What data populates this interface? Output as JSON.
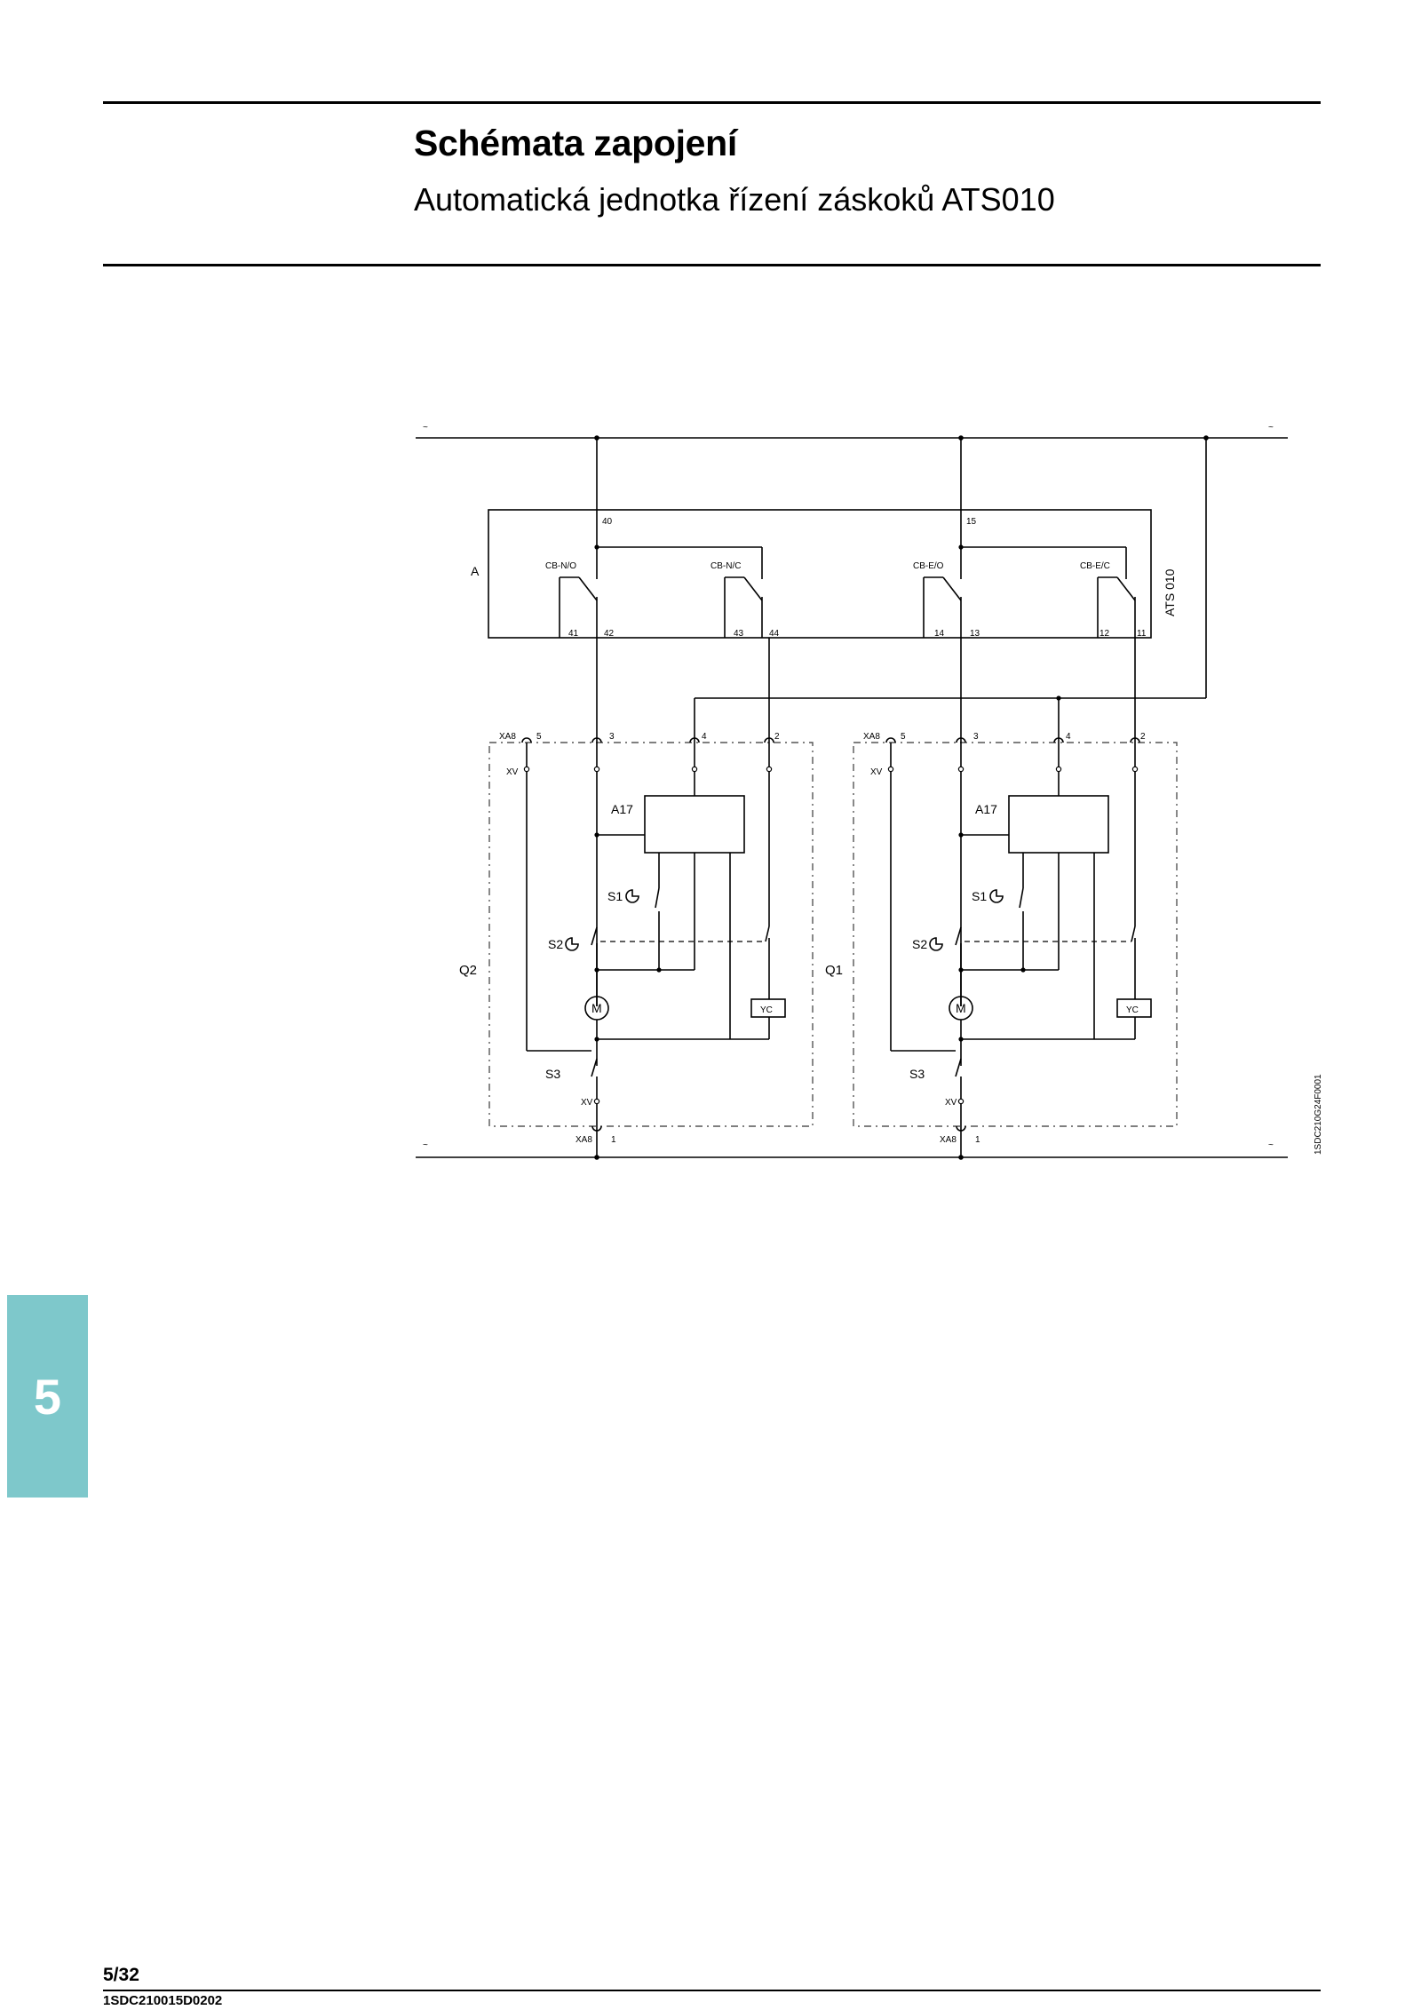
{
  "header": {
    "title": "Schémata zapojení",
    "subtitle": "Automatická jednotka řízení záskoků ATS010"
  },
  "diagram": {
    "supply_symbol": "~",
    "unit_label": "A",
    "unit_name": "ATS 010",
    "contacts": [
      {
        "name": "CB-N/O",
        "pins": [
          "41",
          "42"
        ]
      },
      {
        "name": "CB-N/C",
        "pins": [
          "43",
          "44"
        ]
      },
      {
        "name": "CB-E/O",
        "pins": [
          "14",
          "13"
        ]
      },
      {
        "name": "CB-E/C",
        "pins": [
          "12",
          "11"
        ]
      }
    ],
    "common_pins": [
      "40",
      "15"
    ],
    "breakers": [
      {
        "name": "Q2",
        "connector": "XA8",
        "aux": "XV",
        "module": "A17",
        "s1": "S1",
        "s2": "S2",
        "s3": "S3",
        "motor": "M",
        "coil": "YC",
        "pins": [
          "5",
          "3",
          "4",
          "2",
          "1"
        ]
      },
      {
        "name": "Q1",
        "connector": "XA8",
        "aux": "XV",
        "module": "A17",
        "s1": "S1",
        "s2": "S2",
        "s3": "S3",
        "motor": "M",
        "coil": "YC",
        "pins": [
          "5",
          "3",
          "4",
          "2",
          "1"
        ]
      }
    ],
    "drawing_code": "1SDC210G24F0001"
  },
  "chapter_tab": "5",
  "footer": {
    "page_number": "5/32",
    "document_code": "1SDC210015D0202"
  }
}
